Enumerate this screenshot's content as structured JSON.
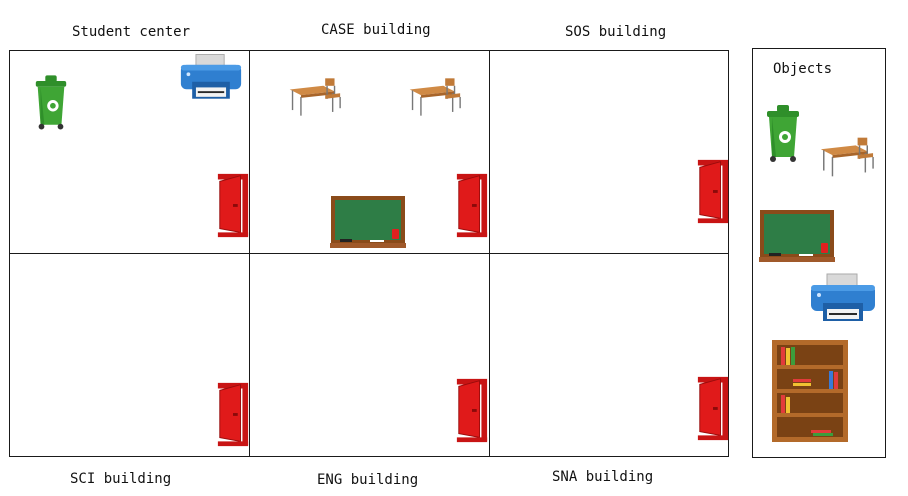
{
  "buildings": [
    {
      "id": "student-center",
      "label": "Student center"
    },
    {
      "id": "case",
      "label": "CASE building"
    },
    {
      "id": "sos",
      "label": "SOS building"
    },
    {
      "id": "sci",
      "label": "SCI building"
    },
    {
      "id": "eng",
      "label": "ENG building"
    },
    {
      "id": "sna",
      "label": "SNA building"
    }
  ],
  "objects_panel": {
    "title": "Objects",
    "items": [
      {
        "name": "trash-bin",
        "icon": "trash-bin-icon"
      },
      {
        "name": "desk",
        "icon": "school-desk-icon"
      },
      {
        "name": "chalkboard",
        "icon": "chalkboard-icon"
      },
      {
        "name": "printer",
        "icon": "printer-icon"
      },
      {
        "name": "bookshelf",
        "icon": "bookshelf-icon"
      }
    ]
  },
  "colors": {
    "door": "#cc1111",
    "board": "#2e7d46",
    "board_frame": "#8a4b1a",
    "bin": "#3fa535",
    "printer": "#2f7fd0",
    "wood": "#b36a2a"
  }
}
